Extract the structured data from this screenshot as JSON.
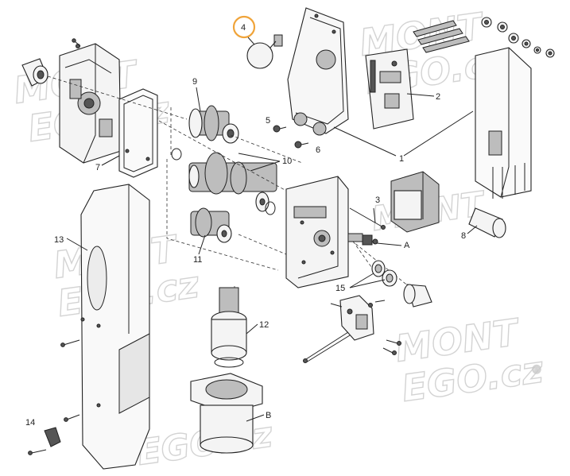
{
  "watermark": {
    "line1": "MONT",
    "line2": "EGO.cz",
    "registered": "®"
  },
  "callouts": {
    "n1": "1",
    "n2": "2",
    "n3": "3",
    "n4": "4",
    "n5": "5",
    "n6": "6",
    "n7": "7",
    "n8": "8",
    "n9": "9",
    "n10": "10",
    "n11": "11",
    "n12": "12",
    "n13": "13",
    "n14": "14",
    "n15": "15",
    "nA": "A",
    "nB": "B"
  },
  "highlight": {
    "label": "4",
    "ring_color": "#f0a43a"
  }
}
